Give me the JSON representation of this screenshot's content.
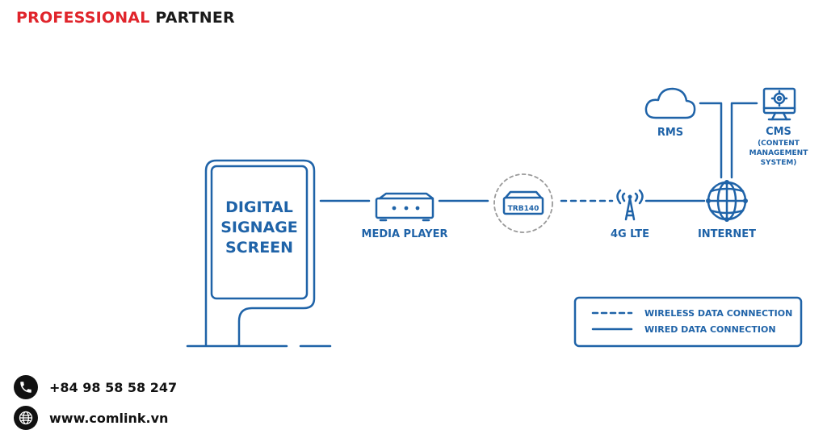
{
  "header": {
    "brand_red": "PROFESSIONAL",
    "brand_dark": "PARTNER"
  },
  "diagram": {
    "screen_lines": [
      "DIGITAL",
      "SIGNAGE",
      "SCREEN"
    ],
    "media_player": "MEDIA PLAYER",
    "router_label": "TRB140",
    "lte": "4G LTE",
    "internet": "INTERNET",
    "rms": "RMS",
    "cms": "CMS",
    "cms_sub": [
      "(CONTENT",
      "MANAGEMENT",
      "SYSTEM)"
    ]
  },
  "legend": {
    "wireless": "WIRELESS DATA CONNECTION",
    "wired": "WIRED DATA CONNECTION"
  },
  "contact": {
    "phone": "+84 98 58 58 247",
    "website": "www.comlink.vn"
  },
  "colors": {
    "diagram_blue": "#1f63a8",
    "brand_red": "#e0242b",
    "dark": "#111111"
  },
  "icons": [
    "phone-icon",
    "globe-icon",
    "cloud-icon",
    "monitor-gear-icon",
    "cell-tower-icon",
    "router-icon",
    "media-player-icon"
  ]
}
